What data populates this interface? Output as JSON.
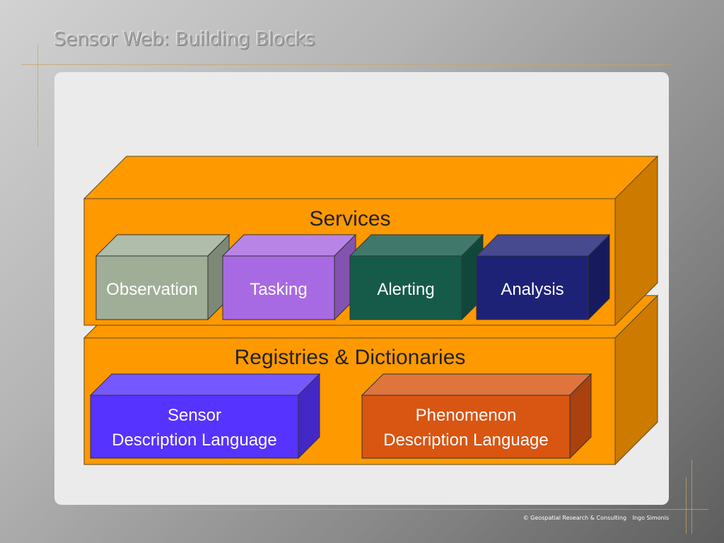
{
  "slide": {
    "title": "Sensor Web: Building Blocks",
    "footer": "© Geospatial Research & Consulting",
    "footer_separator": "·",
    "footer_author": "Ingo Simonis"
  },
  "diagram": {
    "services_layer": {
      "label": "Services",
      "color": "#ff9900",
      "blocks": [
        {
          "label": "Observation",
          "color": "#a0ae98"
        },
        {
          "label": "Tasking",
          "color": "#a86ae2"
        },
        {
          "label": "Alerting",
          "color": "#165b4a"
        },
        {
          "label": "Analysis",
          "color": "#1e2277"
        }
      ]
    },
    "registries_layer": {
      "label": "Registries & Dictionaries",
      "color": "#ff9900",
      "blocks": [
        {
          "line1": "Sensor",
          "line2": "Description Language",
          "color": "#5733ff"
        },
        {
          "line1": "Phenomenon",
          "line2": "Description Language",
          "color": "#d95512"
        }
      ]
    }
  }
}
